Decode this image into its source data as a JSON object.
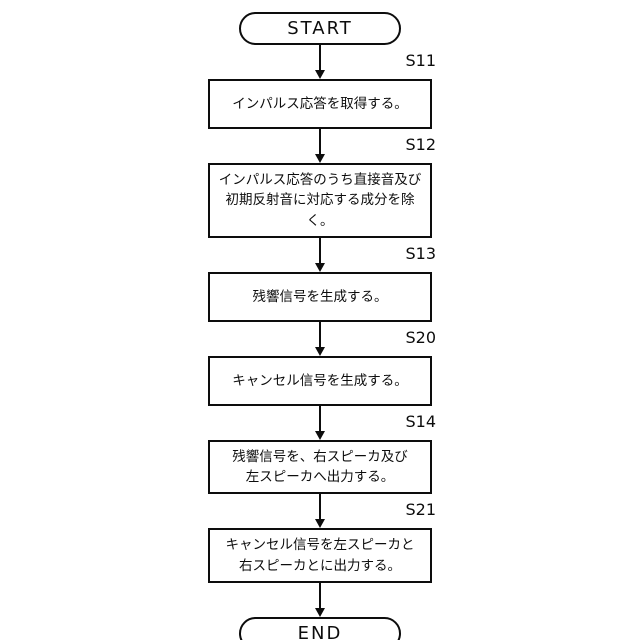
{
  "diagram": {
    "start_label": "START",
    "end_label": "END",
    "steps": [
      {
        "id": "S11",
        "text": "インパルス応答を取得する。"
      },
      {
        "id": "S12",
        "text": "インパルス応答のうち直接音及び\n初期反射音に対応する成分を除く。"
      },
      {
        "id": "S13",
        "text": "残響信号を生成する。"
      },
      {
        "id": "S20",
        "text": "キャンセル信号を生成する。"
      },
      {
        "id": "S14",
        "text": "残響信号を、右スピーカ及び\n左スピーカへ出力する。"
      },
      {
        "id": "S21",
        "text": "キャンセル信号を左スピーカと\n右スピーカとに出力する。"
      }
    ]
  }
}
